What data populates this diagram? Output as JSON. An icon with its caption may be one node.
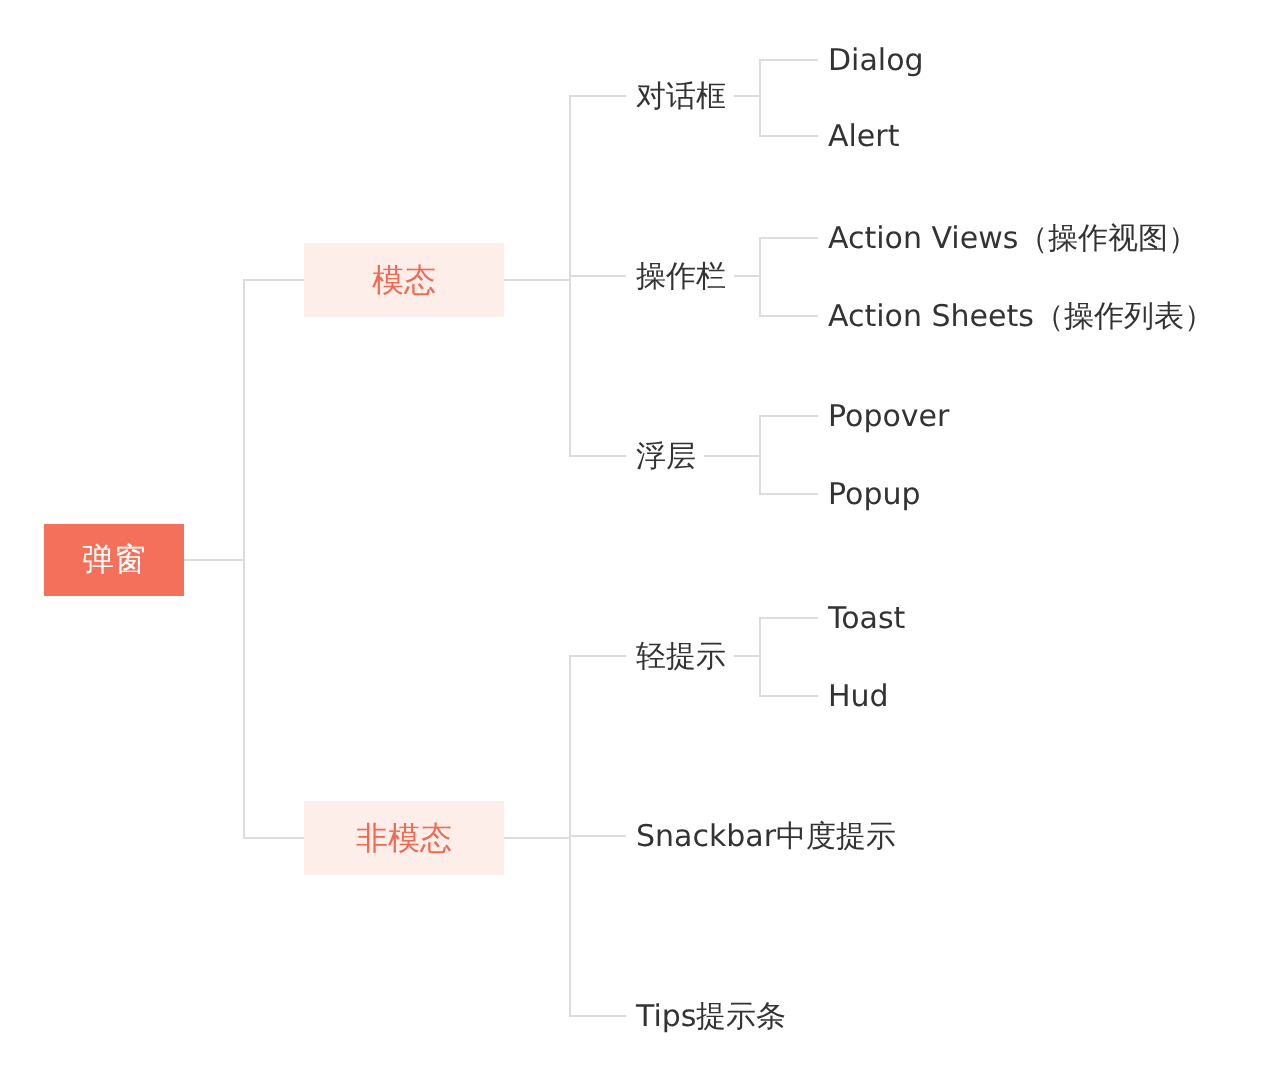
{
  "diagram": {
    "nodes": [
      {
        "text": [
          "弹窗"
        ]
      },
      {
        "text": [
          "模态"
        ]
      },
      {
        "text": [
          "对话框"
        ]
      },
      {
        "text": [
          "Dialog"
        ]
      },
      {
        "text": [
          "Alert"
        ]
      },
      {
        "text": [
          "操作栏"
        ]
      },
      {
        "text": [
          "Action Views（操作视图）"
        ]
      },
      {
        "text": [
          "Action Sheets（操作列表）"
        ]
      },
      {
        "text": [
          "浮层"
        ]
      },
      {
        "text": [
          "Popover"
        ]
      },
      {
        "text": [
          "Popup"
        ]
      },
      {
        "text": [
          "非模态"
        ]
      },
      {
        "text": [
          "轻提示"
        ]
      },
      {
        "text": [
          "Toast"
        ]
      },
      {
        "text": [
          "Hud"
        ]
      },
      {
        "text": [
          "Snackbar中度提示"
        ]
      },
      {
        "text": [
          "Tips提示条"
        ]
      }
    ],
    "edges": [
      {
        "from": 0,
        "to": 1,
        "arrow": "none"
      },
      {
        "from": 1,
        "to": 2,
        "arrow": "none"
      },
      {
        "from": 2,
        "to": 3,
        "arrow": "none"
      },
      {
        "from": 2,
        "to": 4,
        "arrow": "none"
      },
      {
        "from": 1,
        "to": 5,
        "arrow": "none"
      },
      {
        "from": 5,
        "to": 6,
        "arrow": "none"
      },
      {
        "from": 5,
        "to": 7,
        "arrow": "none"
      },
      {
        "from": 1,
        "to": 8,
        "arrow": "none"
      },
      {
        "from": 8,
        "to": 9,
        "arrow": "none"
      },
      {
        "from": 8,
        "to": 10,
        "arrow": "none"
      },
      {
        "from": 0,
        "to": 11,
        "arrow": "none"
      },
      {
        "from": 11,
        "to": 12,
        "arrow": "none"
      },
      {
        "from": 12,
        "to": 13,
        "arrow": "none"
      },
      {
        "from": 12,
        "to": 14,
        "arrow": "none"
      },
      {
        "from": 11,
        "to": 15,
        "arrow": "none"
      },
      {
        "from": 11,
        "to": 16,
        "arrow": "none"
      }
    ]
  }
}
